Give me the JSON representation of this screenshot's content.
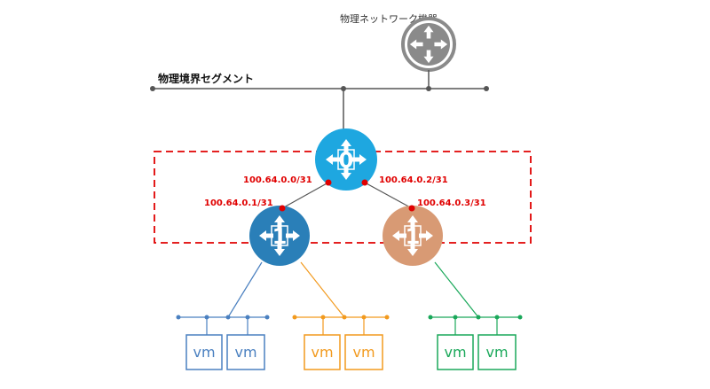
{
  "physical_device": {
    "label": "物理ネットワーク機器",
    "color": "#8a8a8a"
  },
  "segment": {
    "label": "物理境界セグメント",
    "color": "#555555"
  },
  "tier0": {
    "label": "0",
    "color": "#1ea7e0"
  },
  "tier1_blue": {
    "label": "1",
    "color": "#2a7fb8"
  },
  "tier1_orange": {
    "label": "1",
    "color": "#d89a74"
  },
  "links": {
    "t0_left": "100.64.0.0/31",
    "t0_right": "100.64.0.2/31",
    "t1_left": "100.64.0.1/31",
    "t1_right": "100.64.0.3/31"
  },
  "boundary_color": "#e00000",
  "vm_groups": [
    {
      "color": "#4a80c0",
      "vms": [
        "vm",
        "vm"
      ]
    },
    {
      "color": "#f29a1e",
      "vms": [
        "vm",
        "vm"
      ]
    },
    {
      "color": "#1aa85a",
      "vms": [
        "vm",
        "vm"
      ]
    }
  ]
}
